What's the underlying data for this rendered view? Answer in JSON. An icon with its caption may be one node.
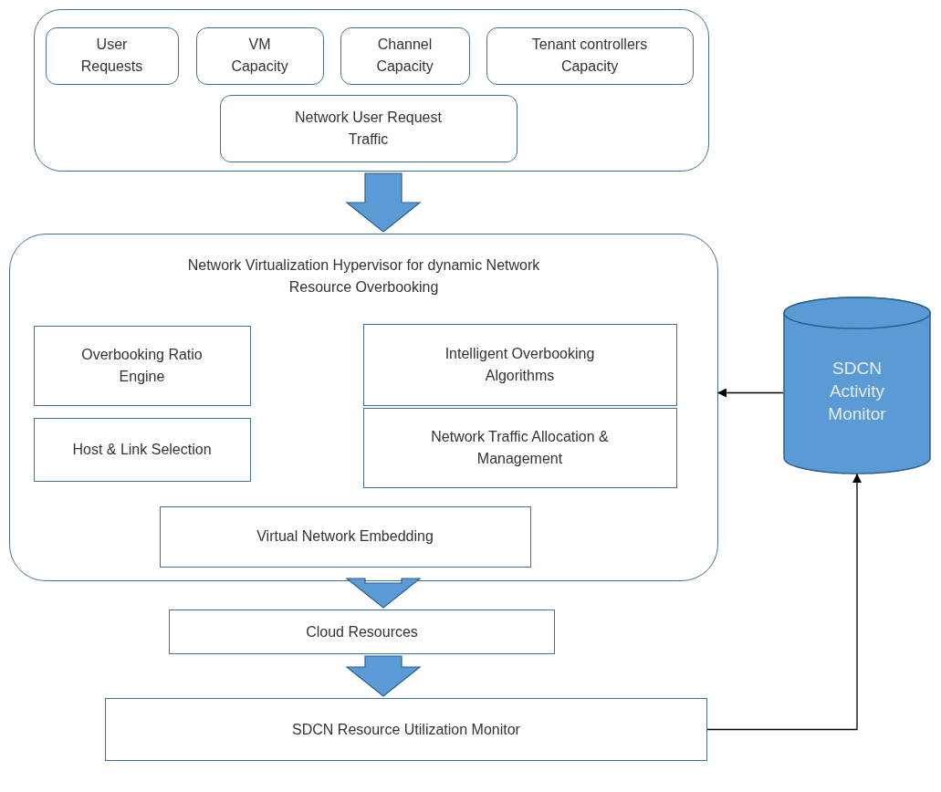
{
  "diagram": {
    "nodes": [
      {
        "text": [],
        "shape": "box"
      },
      {
        "text": [
          "User Requests"
        ],
        "in": 0
      },
      {
        "text": [
          "VM Capacity"
        ],
        "in": 0
      },
      {
        "text": [
          "Channel Capacity"
        ],
        "in": 0
      },
      {
        "text": [
          "Tenant controllers Capacity"
        ],
        "in": 0
      },
      {
        "text": [
          "Network User Request Traffic"
        ],
        "in": 0
      },
      {
        "text": [
          "Network Virtualization Hypervisor for dynamic Network Resource Overbooking"
        ]
      },
      {
        "text": [
          "Overbooking Ratio Engine"
        ],
        "in": 6
      },
      {
        "text": [
          "Intelligent Overbooking Algorithms"
        ],
        "in": 6
      },
      {
        "text": [
          "Host & Link Selection"
        ],
        "in": 6
      },
      {
        "text": [
          "Network Traffic Allocation & Management"
        ],
        "in": 6
      },
      {
        "text": [
          "Virtual Network Embedding"
        ],
        "in": 6
      },
      {
        "text": [
          "Cloud Resources"
        ]
      },
      {
        "text": [
          "SDCN Resource Utilization Monitor"
        ]
      },
      {
        "text": [
          "SDCN Activity Monitor"
        ]
      }
    ],
    "edges": [
      {
        "from": 0,
        "to": 6,
        "arrow": "to",
        "style": "thick"
      },
      {
        "from": 6,
        "to": 12,
        "arrow": "to",
        "style": "thick"
      },
      {
        "from": 12,
        "to": 13,
        "arrow": "to",
        "style": "thick"
      },
      {
        "from": 14,
        "to": 6,
        "arrow": "to"
      },
      {
        "from": 13,
        "to": 14,
        "arrow": "to"
      }
    ]
  }
}
